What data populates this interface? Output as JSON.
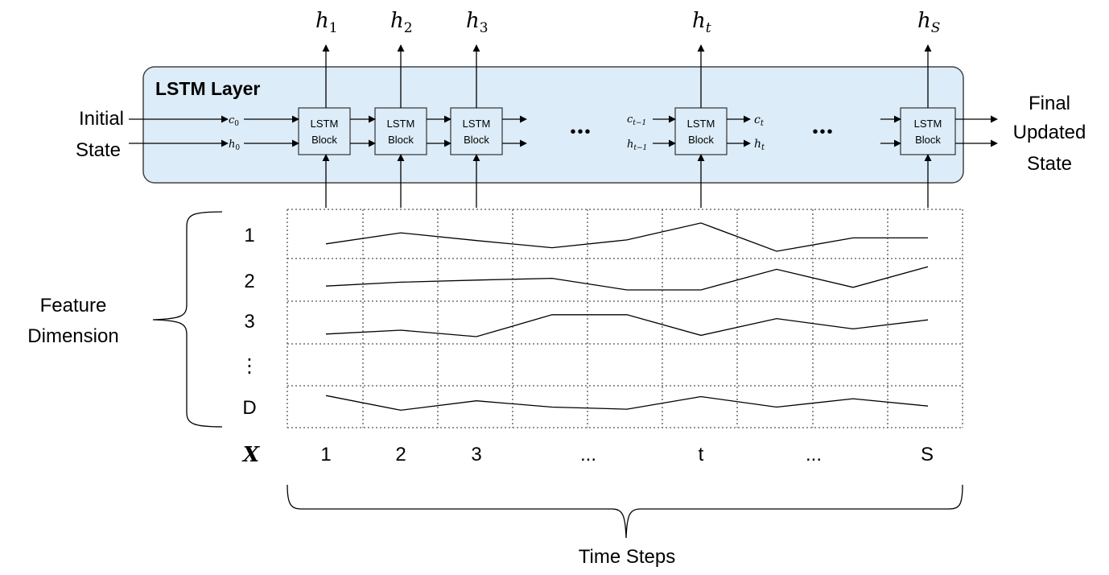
{
  "layer": {
    "title": "LSTM Layer",
    "block_line1": "LSTM",
    "block_line2": "Block",
    "ellipsis": "•••"
  },
  "outputs": {
    "h_base": "h",
    "subs": [
      "1",
      "2",
      "3",
      "t",
      "S"
    ]
  },
  "state_labels": {
    "c0_base": "c",
    "c0_sub": "0",
    "h0_base": "h",
    "h0_sub": "0",
    "ctm1_base": "c",
    "ctm1_sub": "t−1",
    "htm1_base": "h",
    "htm1_sub": "t−1",
    "ct_base": "c",
    "ct_sub": "t",
    "ht_base": "h",
    "ht_sub": "t"
  },
  "left_label": {
    "line1": "Initial",
    "line2": "State"
  },
  "right_label": {
    "line1": "Final",
    "line2": "Updated",
    "line3": "State"
  },
  "feature": {
    "line1": "Feature",
    "line2": "Dimension",
    "rows": [
      "1",
      "2",
      "3",
      "⋮",
      "D"
    ]
  },
  "time": {
    "x_label": "X",
    "ticks": [
      "1",
      "2",
      "3",
      "...",
      "t",
      "...",
      "S"
    ],
    "caption": "Time Steps"
  },
  "series": [
    [
      0.25,
      0.62,
      0.36,
      0.12,
      0.38,
      0.95,
      0.0,
      0.45,
      0.45
    ],
    [
      0.15,
      0.3,
      0.38,
      0.45,
      0.0,
      0.0,
      0.8,
      0.1,
      0.9
    ],
    [
      0.1,
      0.25,
      0.0,
      0.85,
      0.85,
      0.05,
      0.7,
      0.3,
      0.65
    ],
    [
      0.8,
      0.1,
      0.55,
      0.25,
      0.15,
      0.75,
      0.25,
      0.65,
      0.3
    ]
  ],
  "colors": {
    "layer_fill": "#dcecf8",
    "layer_stroke": "#444444",
    "line": "#000000",
    "grid": "#555555"
  }
}
